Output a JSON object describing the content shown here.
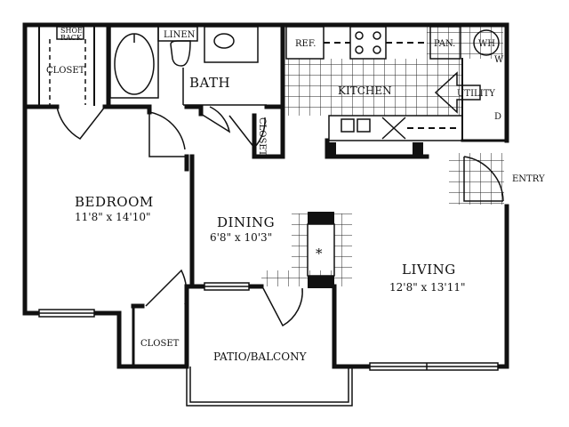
{
  "rooms": {
    "bedroom": {
      "name": "BEDROOM",
      "size": "11'8\" x 14'10\""
    },
    "dining": {
      "name": "DINING",
      "size": "6'8\" x 10'3\""
    },
    "living": {
      "name": "LIVING",
      "size": "12'8\" x 13'11\""
    },
    "kitchen": {
      "name": "KITCHEN"
    },
    "bath": {
      "name": "BATH"
    },
    "patio": {
      "name": "PATIO/BALCONY"
    },
    "closet_top": {
      "name": "CLOSET"
    },
    "closet_bottom": {
      "name": "CLOSET"
    },
    "closet_hall": {
      "name": "CLOSET"
    }
  },
  "fixtures": {
    "shoe_rack_line1": "SHOE",
    "shoe_rack_line2": "RACK",
    "linen": "LINEN",
    "ref": "REF.",
    "pan": "PAN.",
    "wh": "WH",
    "utility": "UTILITY",
    "w": "W",
    "d": "D",
    "fireplace": "*"
  },
  "labels": {
    "entry": "ENTRY"
  }
}
